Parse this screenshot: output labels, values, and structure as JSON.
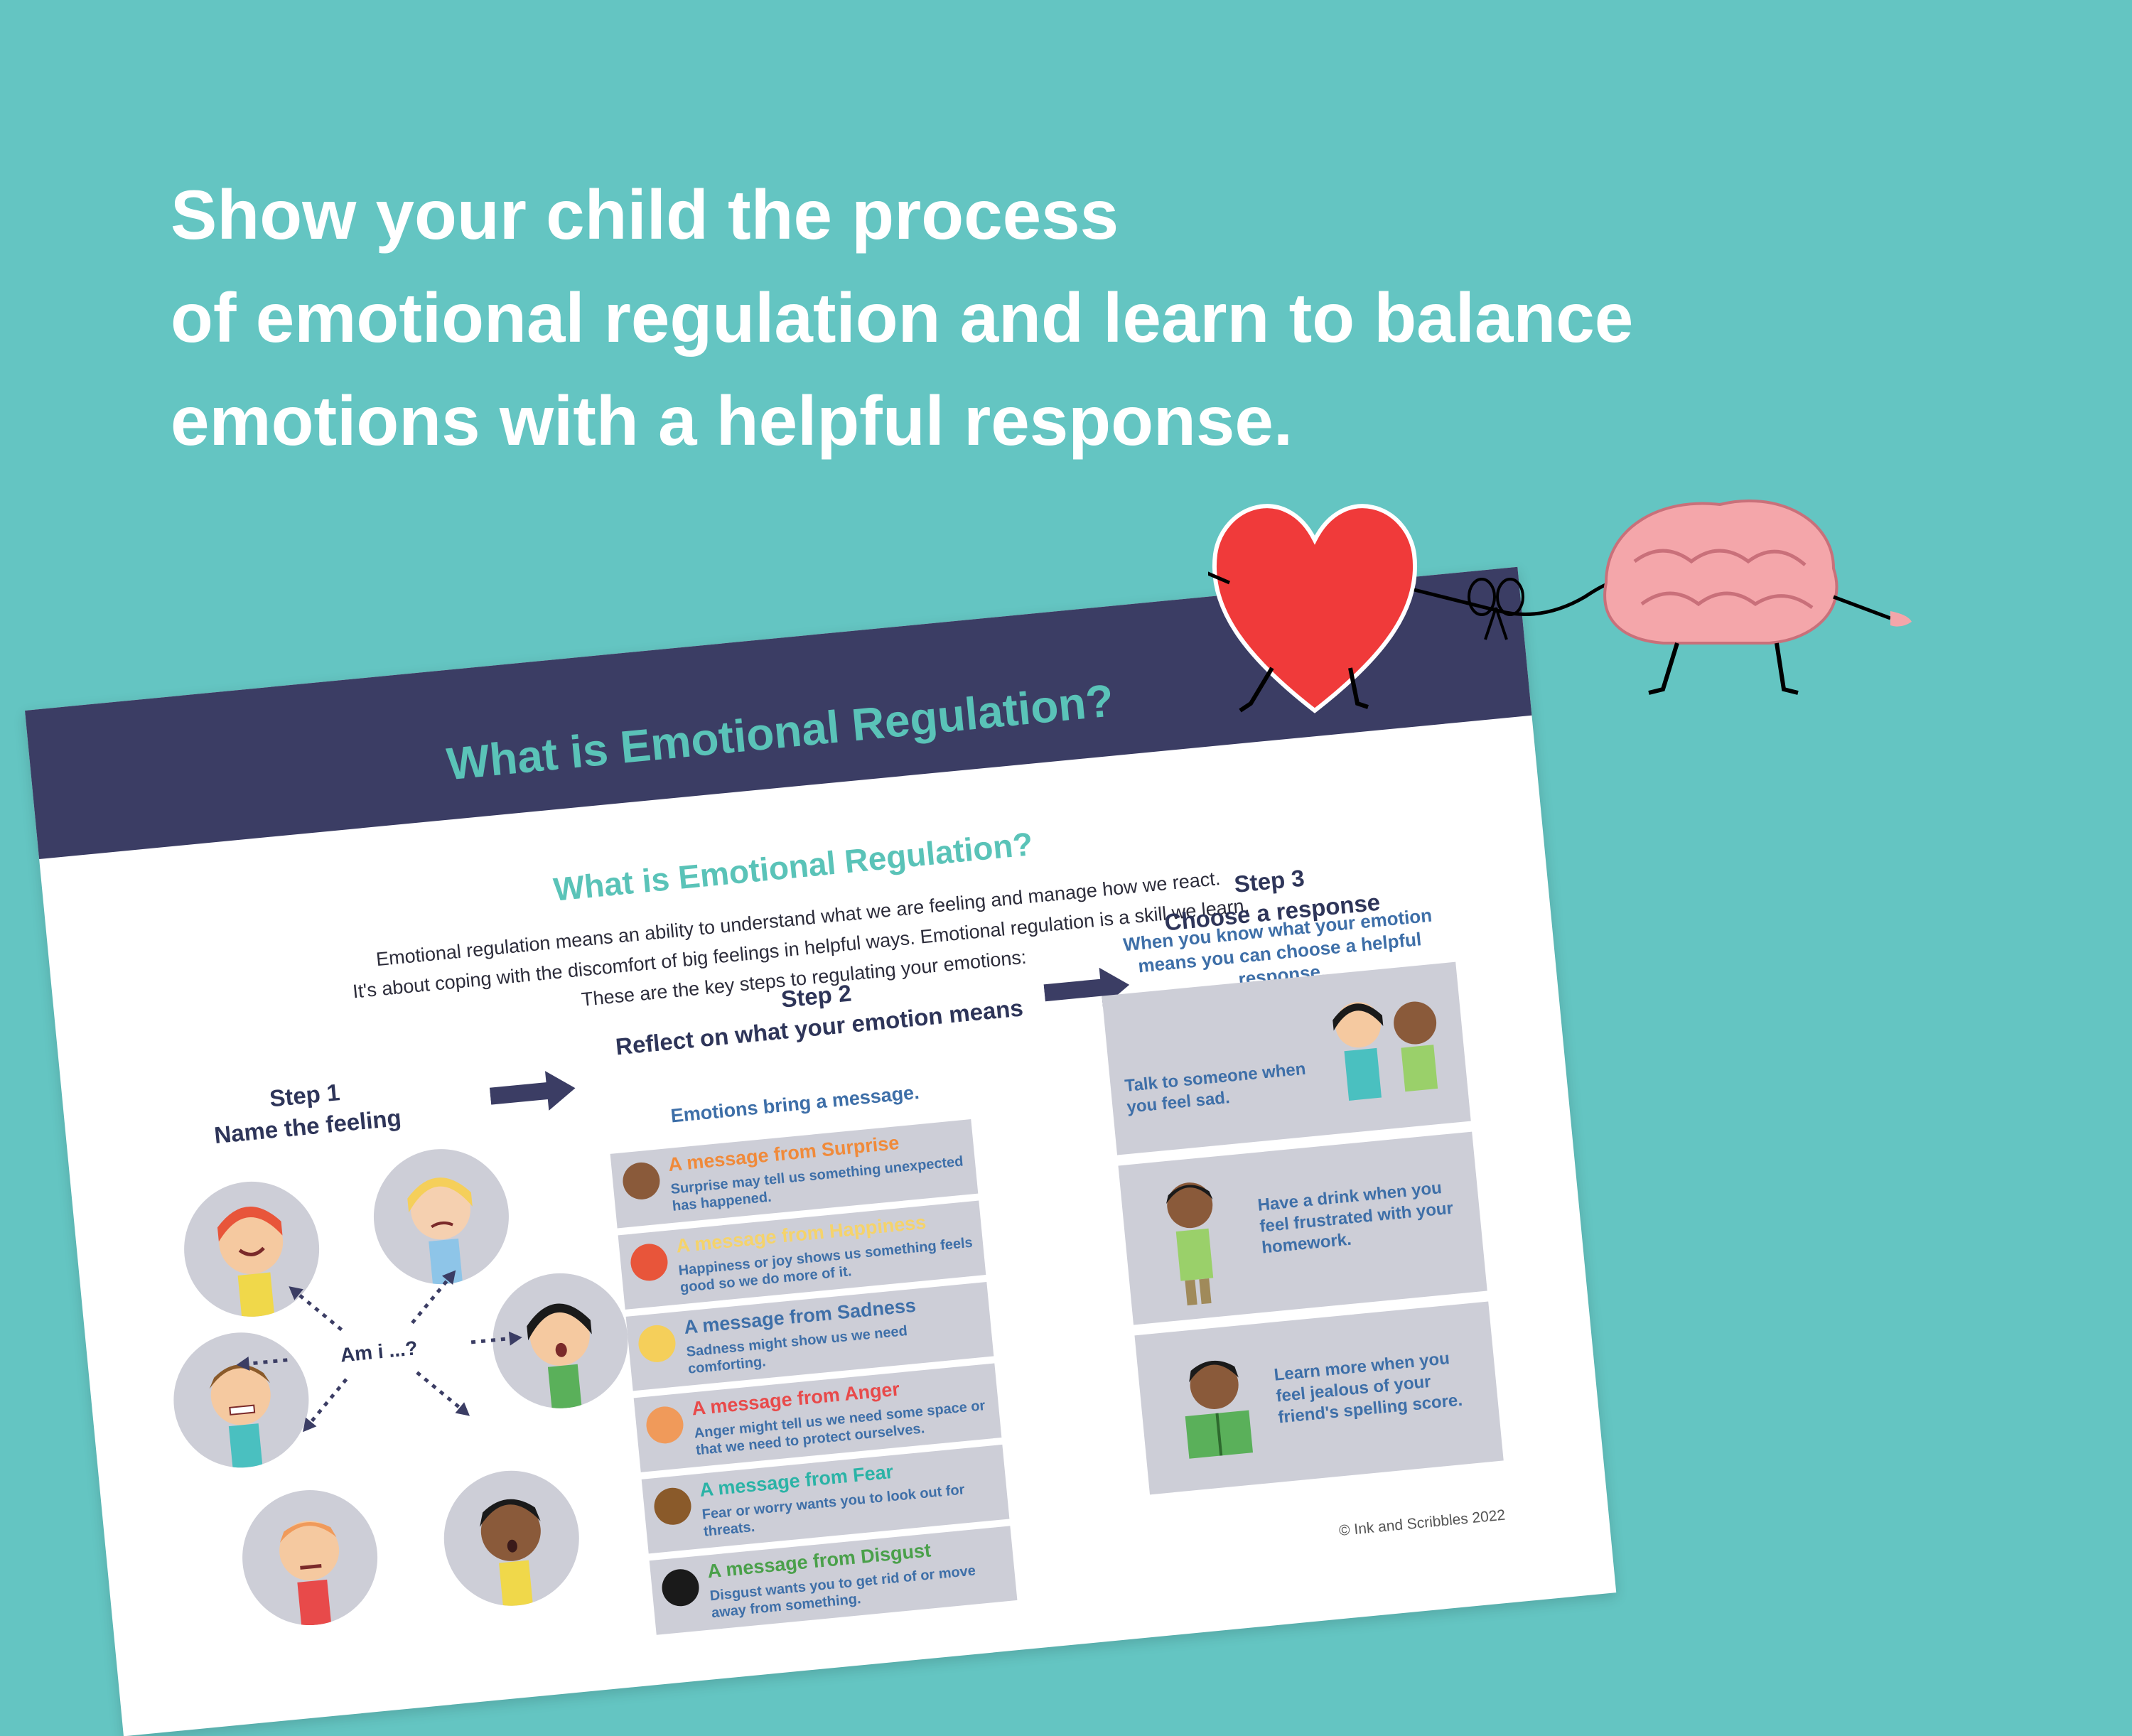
{
  "headline": {
    "line1": "Show your child the process",
    "line2": "of emotional regulation and learn to balance",
    "line3": "emotions with a helpful response."
  },
  "sheet": {
    "band_title": "What is Emotional Regulation?",
    "sub_title": "What is Emotional Regulation?",
    "intro": [
      "Emotional regulation means an ability to understand what we are feeling and manage how we react.",
      "It's about coping with the discomfort of big feelings in helpful ways. Emotional regulation is a skill we learn.",
      "These are the key steps to regulating your emotions:"
    ],
    "step1": {
      "num": "Step 1",
      "title": "Name the feeling",
      "center_label": "Am i ...?"
    },
    "step2": {
      "num": "Step 2",
      "title": "Reflect on what your emotion means",
      "sub": "Emotions bring a message.",
      "messages": [
        {
          "title": "A message from  Surprise",
          "text": "Surprise may tell us something unexpected has happened.",
          "color": "#f08a3a"
        },
        {
          "title": "A message from Happiness",
          "text": "Happiness or joy shows us something feels good so we do more of it.",
          "color": "#f5d36a"
        },
        {
          "title": "A message from Sadness",
          "text": "Sadness might show us we need comforting.",
          "color": "#3e6fa8"
        },
        {
          "title": "A message from Anger",
          "text": "Anger might tell us we need some space or that we need to protect ourselves.",
          "color": "#e84a4a"
        },
        {
          "title": "A message from Fear",
          "text": "Fear or worry wants you to look out for threats.",
          "color": "#2bb3a6"
        },
        {
          "title": "A message from Disgust",
          "text": "Disgust wants you to get rid of or move away from something.",
          "color": "#4aa04a"
        }
      ]
    },
    "step3": {
      "num": "Step 3",
      "title": "Choose a response",
      "sub": "When you know what your emotion means you can choose a helpful response.",
      "responses": [
        "Talk to someone when you feel sad.",
        "Have a drink when you feel frustrated with your homework.",
        "Learn more when you feel jealous of your friend's spelling score."
      ]
    },
    "copyright": "© Ink and Scribbles 2022"
  },
  "colors": {
    "background": "#64c5c2",
    "band": "#3b3d64",
    "teal_title": "#5ac3b8",
    "blue_text": "#3e6fa8",
    "heart": "#f03a3a",
    "brain": "#f4a6aa"
  },
  "icons": [
    "heart-character-icon",
    "brain-character-icon",
    "arrow-right-icon"
  ]
}
